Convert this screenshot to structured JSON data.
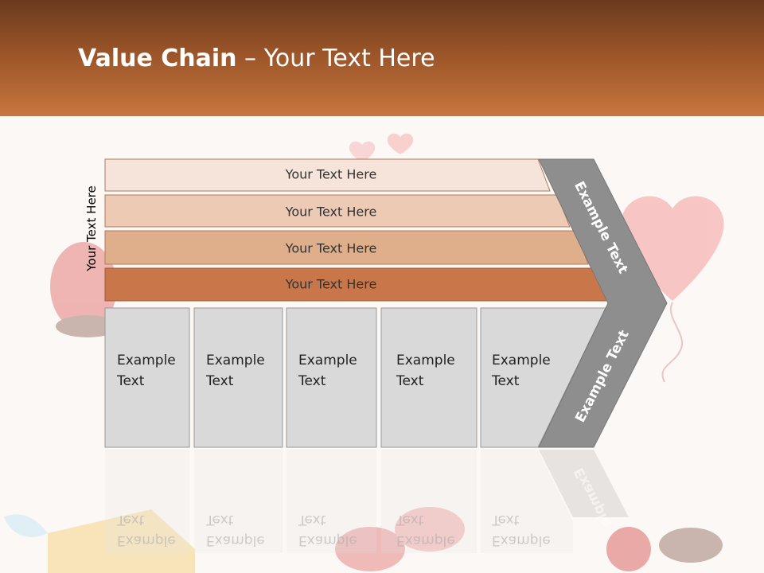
{
  "slide": {
    "title_bold": "Value Chain",
    "title_rest": " – Your Text Here",
    "side_label": "Your Text Here",
    "bars": [
      "Your Text Here",
      "Your Text Here",
      "Your Text Here",
      "Your Text Here"
    ],
    "boxes": [
      {
        "line1": "Example",
        "line2": "Text"
      },
      {
        "line1": "Example",
        "line2": "Text"
      },
      {
        "line1": "Example",
        "line2": "Text"
      },
      {
        "line1": "Example",
        "line2": "Text"
      },
      {
        "line1": "Example",
        "line2": "Text"
      }
    ],
    "chevron_upper": "Example Text",
    "chevron_lower": "Example Text",
    "reflection_chevron": "Example"
  },
  "colors": {
    "bar1": "#f6e4da",
    "bar2": "#eccab4",
    "bar3": "#dfae8a",
    "bar4": "#c9774a",
    "box_fill": "#d9d9d9",
    "chevron_fill": "#8e8e8e"
  }
}
